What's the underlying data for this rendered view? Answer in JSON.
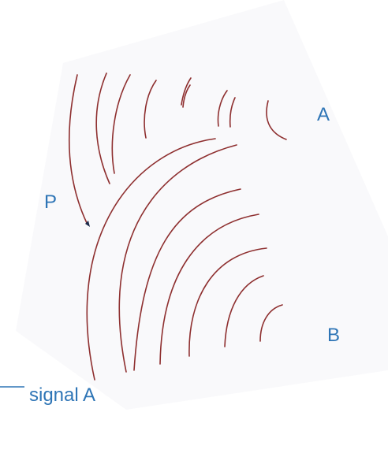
{
  "labels": {
    "source_a": "A",
    "point_p": "P",
    "source_b": "B",
    "signal": "signal A"
  },
  "colors": {
    "wave": "#8e2f2f",
    "text": "#2e75b6",
    "background": "#ffffff",
    "backdrop_shape": "#f7f8fa"
  }
}
